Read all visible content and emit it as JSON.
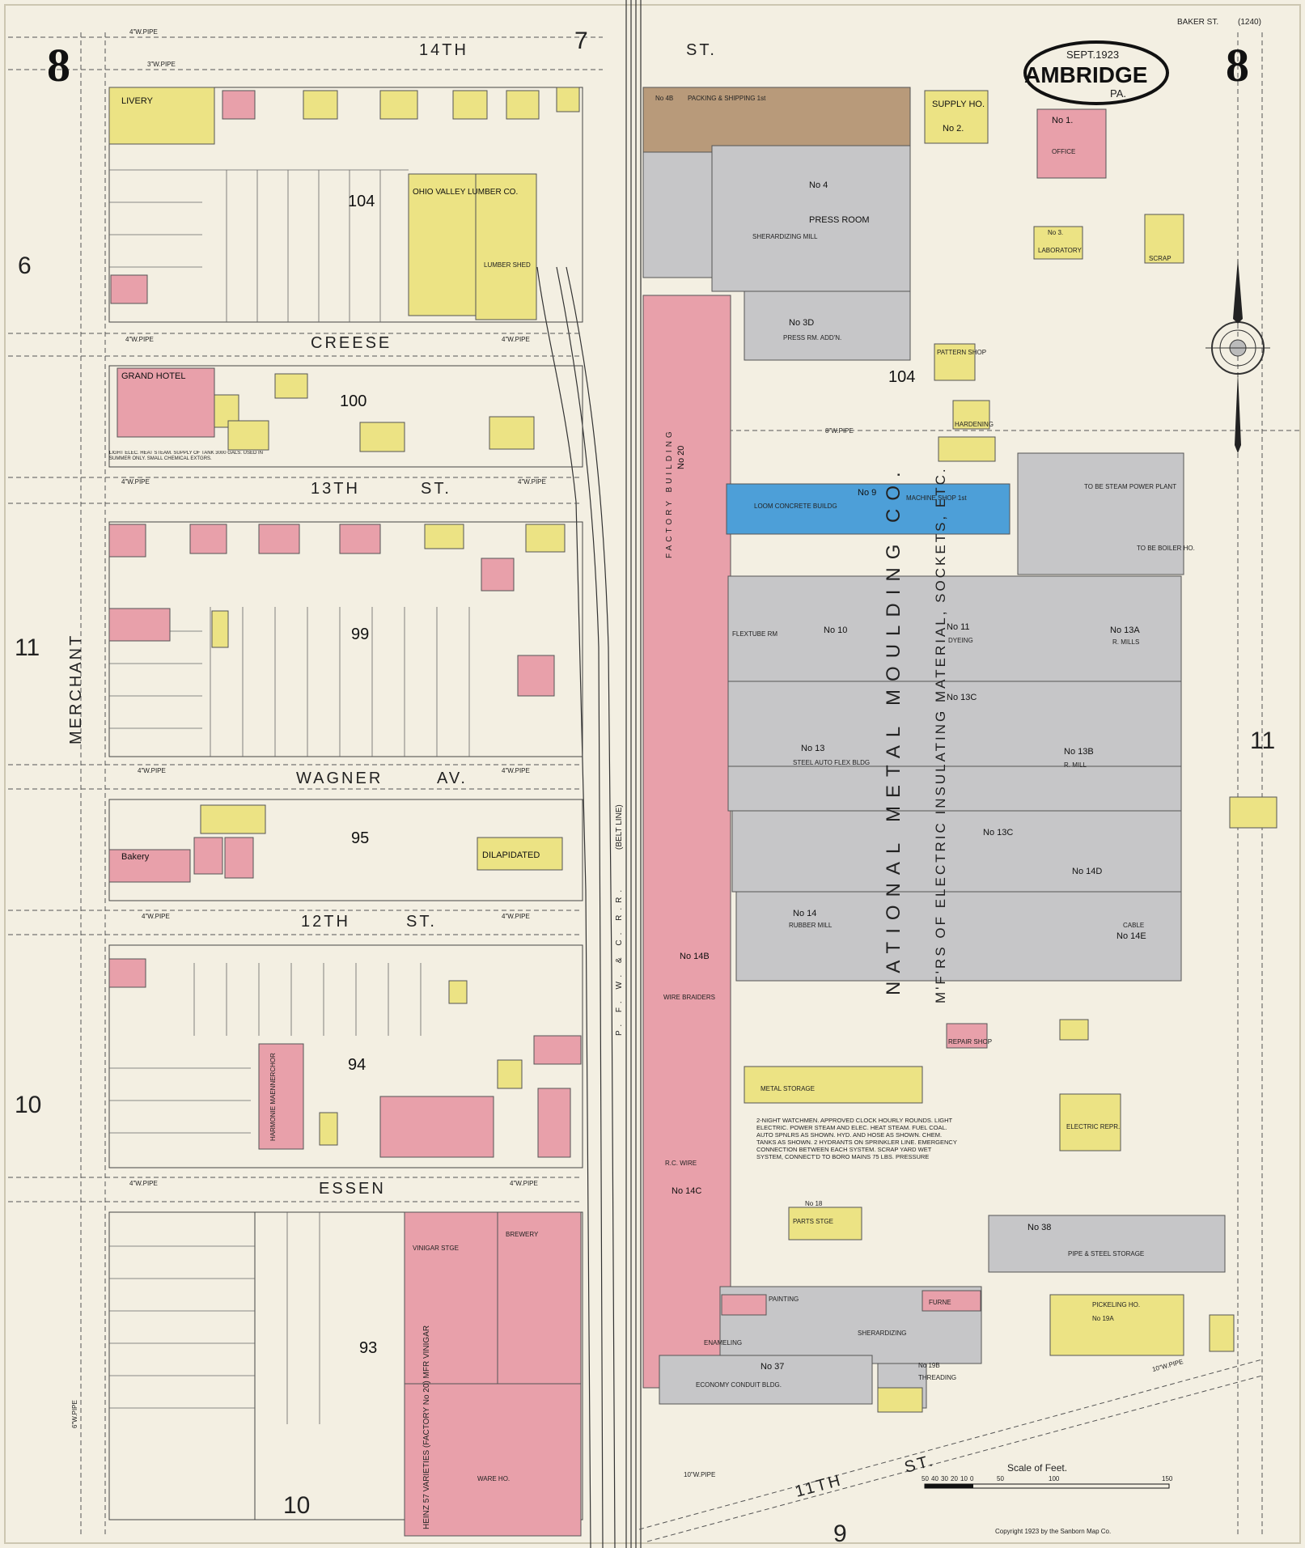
{
  "sheet": {
    "number": "8",
    "edge_left_top": "6",
    "edge_left_mid": "11",
    "edge_left_low": "10",
    "edge_top": "7",
    "edge_right_mid": "11",
    "edge_bottom_left": "10",
    "edge_bottom_right": "9"
  },
  "title": {
    "date": "SEPT.1923",
    "city": "AMBRIDGE",
    "state": "PA."
  },
  "streets": {
    "14th": "14TH",
    "13th": "13TH",
    "12th": "12TH",
    "11th": "11TH",
    "st": "ST.",
    "creese": "CREESE",
    "wagner": "WAGNER",
    "av": "AV.",
    "essen": "ESSEN",
    "merchant": "MERCHANT",
    "baker": "BAKER ST.",
    "baker_no": "(1240)",
    "railroad": "P. F. W. & C. R.R.",
    "belt": "(BELT LINE)"
  },
  "blocks": {
    "b104a": "104",
    "b104b": "104",
    "b100": "100",
    "b99": "99",
    "b95": "95",
    "b94": "94",
    "b93": "93"
  },
  "buildings": {
    "ohio_valley": "OHIO VALLEY LUMBER CO.",
    "lumber_shed": "LUMBER SHED",
    "grand_hotel": "GRAND HOTEL",
    "livery": "LIVERY",
    "dilapidated": "DILAPIDATED",
    "bakery": "Bakery",
    "harmonie": "HARMONIE MAENNERCHOR",
    "supply": "SUPPLY HO.",
    "supply_no": "No 2.",
    "office": "OFFICE",
    "office_no": "No 1.",
    "laboratory": "LABORATORY",
    "lab_no": "No 3.",
    "scrap": "SCRAP",
    "pattern": "PATTERN SHOP",
    "hardening": "HARDENING",
    "packing": "PACKING & SHIPPING 1st",
    "packing_no": "No 4B",
    "press_room": "PRESS ROOM",
    "press_no": "No 4",
    "press_addn": "PRESS RM. ADD'N.",
    "press_addn_no": "No 3D",
    "sherardizing_mill": "SHERARDIZING MILL",
    "factory_building": "FACTORY BUILDING",
    "factory_no": "No 20",
    "loom": "LOOM CONCRETE BUILDG",
    "machine_shop": "MACHINE SHOP 1st",
    "machine_no": "No 9",
    "power_plant": "TO BE STEAM POWER PLANT",
    "boiler": "TO BE BOILER HO.",
    "flextube": "FLEXTUBE RM",
    "flextube_no": "No 10",
    "dyeing": "DYEING",
    "dyeing_no": "No 11",
    "r_mills": "R. MILLS",
    "r_mills_no": "No 13A",
    "steel_auto": "STEEL AUTO FLEX BLDG",
    "steel_auto_no": "No 13",
    "r_mill": "R. MILL",
    "r_mill_no": "No 13B",
    "no13c": "No 13C",
    "no14d": "No 14D",
    "rubber_mill": "RUBBER MILL",
    "rubber_no": "No 14",
    "cable": "CABLE",
    "cable_no": "No 14E",
    "wire_braiders": "WIRE BRAIDERS",
    "wire_braiders_no": "No 14B",
    "rc_wire": "R.C. WIRE",
    "rc_wire_no": "No 14C",
    "metal_storage": "METAL STORAGE",
    "parts_stge": "PARTS STGE",
    "parts_no": "No 18",
    "repair_shop": "REPAIR SHOP",
    "electric_repr": "ELECTRIC REPR.",
    "pipe_steel": "PIPE & STEEL STORAGE",
    "pipe_no": "No 38",
    "pickeling": "PICKELING HO.",
    "pickeling_no": "No 19A",
    "furne": "FURNE",
    "painting": "PAINTING",
    "enameling": "ENAMELING",
    "sherardizing": "SHERARDIZING",
    "threading": "THREADING",
    "threading_no": "No 19B",
    "economy": "ECONOMY CONDUIT BLDG.",
    "economy_no": "No 37",
    "heinz": "HEINZ 57 VARIETIES (FACTORY No 20) MFR VINIGAR",
    "ware_ho": "WARE HO.",
    "vinigar_stge": "VINIGAR STGE",
    "brewery": "BREWERY",
    "national": "NATIONAL METAL MOULDING CO.",
    "mfrs": "M'F'RS OF ELECTRIC INSULATING MATERIAL, SOCKETS, ETC."
  },
  "notes": {
    "watchmen": "2-NIGHT WATCHMEN. APPROVED CLOCK HOURLY ROUNDS. LIGHT ELECTRIC. POWER STEAM AND ELEC. HEAT STEAM. FUEL COAL. AUTO SPNLRS AS SHOWN. HYD. AND HOSE AS SHOWN. CHEM. TANKS AS SHOWN. 2 HYDRANTS ON SPRINKLER LINE. EMERGENCY CONNECTION BETWEEN EACH SYSTEM. SCRAP YARD WET SYSTEM, CONNECT'D TO BORO MAINS 75 LBS. PRESSURE",
    "hotel_note": "LIGHT ELEC. HEAT STEAM. SUPPLY OF TANK 3000 GALS. USED IN SUMMER ONLY. SMALL CHEMICAL EXTGRS."
  },
  "pipes": {
    "p4": "4\"W.PIPE",
    "p3": "3\"W.PIPE",
    "p6": "6\"W.PIPE",
    "p8": "8\"W.PIPE",
    "p10": "10\"W.PIPE"
  },
  "scale": {
    "title": "Scale of Feet.",
    "ticks": [
      "50",
      "40",
      "30",
      "20",
      "10",
      "0",
      "50",
      "100",
      "150"
    ]
  },
  "copyright": "Copyright 1923 by the Sanborn Map Co.",
  "colors": {
    "paper": "#f3efe2",
    "brick_pink": "#e8a0aa",
    "frame_yellow": "#ece384",
    "concrete_blue": "#4d9fd8",
    "fireproof_brown": "#b89a7a",
    "iron_gray": "#c6c6c8"
  }
}
